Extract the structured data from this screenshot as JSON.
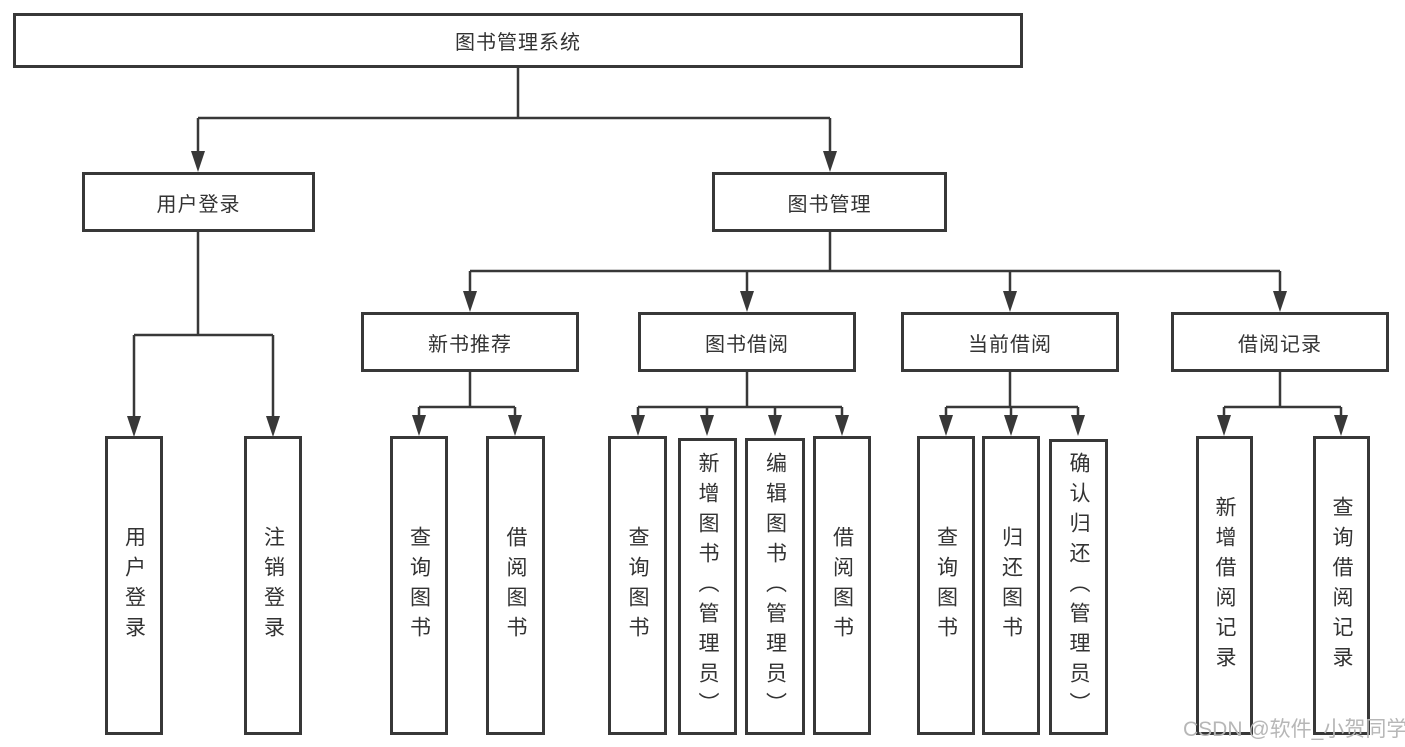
{
  "diagram": {
    "title": "图书管理系统",
    "level2": {
      "user_login": "用户登录",
      "book_management": "图书管理"
    },
    "level3": {
      "new_books": "新书推荐",
      "book_borrowing": "图书借阅",
      "current_borrowing": "当前借阅",
      "borrowing_records": "借阅记录"
    },
    "leaves": {
      "user_login": "用户登录",
      "logout": "注销登录",
      "nb_query_books": "查询图书",
      "nb_borrow_books": "借阅图书",
      "bb_query_books": "查询图书",
      "bb_add_books": "新增图书（管理员）",
      "bb_edit_books": "编辑图书（管理员）",
      "bb_borrow_books": "借阅图书",
      "cb_query_books": "查询图书",
      "cb_return_books": "归还图书",
      "cb_confirm_return": "确认归还（管理员）",
      "br_add_record": "新增借阅记录",
      "br_query_record": "查询借阅记录"
    },
    "watermark": "CSDN @软件_小贺同学",
    "colors": {
      "line": "#383838",
      "text": "#333333",
      "watermark": "#b7b7b7",
      "background": "#ffffff"
    }
  }
}
